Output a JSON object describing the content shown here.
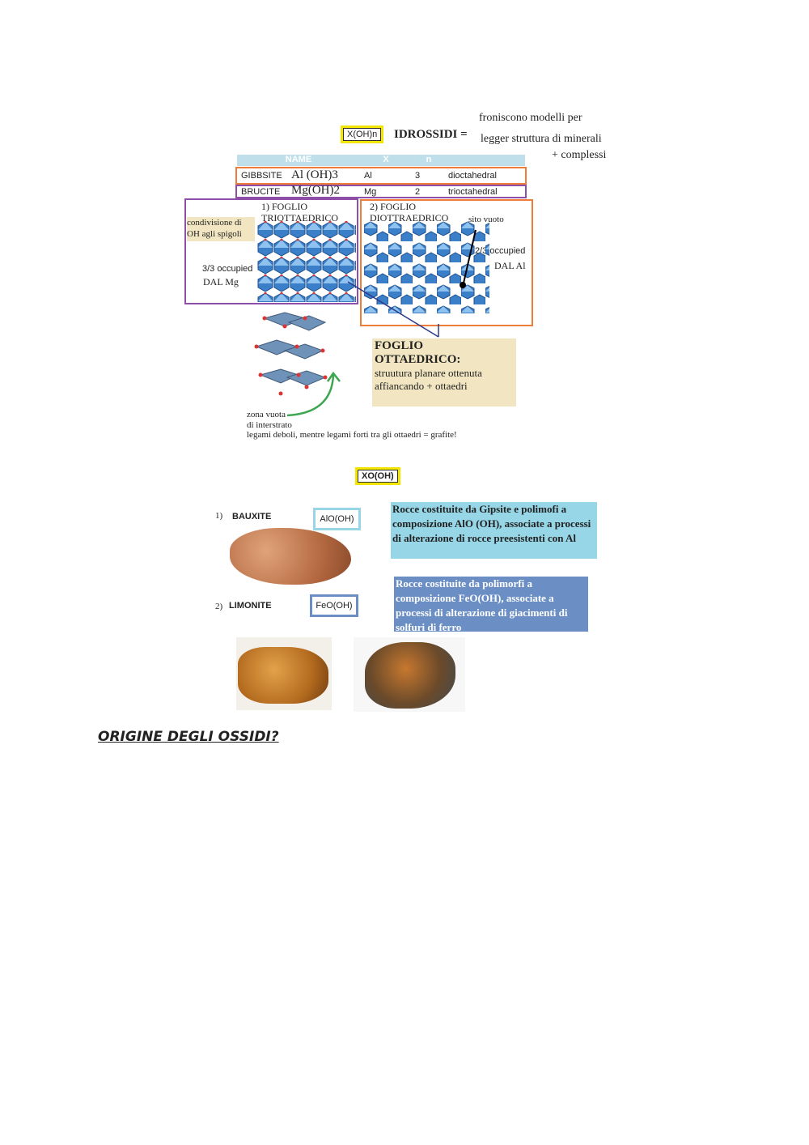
{
  "notes_right": {
    "line1": "froniscono modelli per",
    "line2": "legger struttura di minerali",
    "line3": "+ complessi"
  },
  "hydroxides": {
    "formula_label": "X(OH)n",
    "title": "IDROSSIDI =",
    "table": {
      "headers": [
        "NAME",
        "X",
        "n",
        ""
      ],
      "rows": [
        {
          "name": "GIBBSITE",
          "handwritten": "Al (OH)3",
          "x": "Al",
          "n": "3",
          "type": "dioctahedral"
        },
        {
          "name": "BRUCITE",
          "handwritten": "Mg(OH)2",
          "x": "Mg",
          "n": "2",
          "type": "trioctahedral"
        }
      ]
    }
  },
  "sheet1": {
    "title_line1": "1) FOGLIO",
    "title_line2": "TRIOTTAEDRICO",
    "note_line1": "condivisione di",
    "note_line2": "OH agli spigoli",
    "occ_line1": "3/3 occupied",
    "occ_line2": "DAL Mg"
  },
  "sheet2": {
    "title_line1": "2) FOGLIO",
    "title_line2": "DIOTTRAEDRICO",
    "vacancy": "sito vuoto",
    "occ_line1": "2/3 occupied",
    "occ_line2": "DAL Al"
  },
  "octahedral_note": {
    "title1": "FOGLIO",
    "title2": "OTTAEDRICO:",
    "line1": "struutura planare ottenuta",
    "line2": "affiancando + ottaedri"
  },
  "interlayer": {
    "line1": "zona vuota",
    "line2": "di interstrato",
    "line3": "legami deboli, mentre legami forti tra gli ottaedri = grafite!"
  },
  "oxyhydroxides": {
    "formula_label": "XO(OH)",
    "bauxite": {
      "num": "1)",
      "name": "BAUXITE",
      "formula": "AlO(OH)",
      "desc": "Rocce costituite da Gipsite e polimofi a composizione AlO (OH), associate a processi di alterazione di rocce preesistenti con Al"
    },
    "limonite": {
      "num": "2)",
      "name": "LIMONITE",
      "formula": "FeO(OH)",
      "desc": "Rocce costituite da polimorfi a composizione FeO(OH), associate a processi di alterazione di giacimenti di solfuri di ferro"
    }
  },
  "section_title": "ORIGINE DEGLI OSSIDI?",
  "colors": {
    "yellow": "#f2e500",
    "orange": "#ee7d3a",
    "purple": "#8e4fa8",
    "cyan_note": "#97d6e6",
    "blue_note": "#6b8fc4",
    "beige_note": "#f1e6c1"
  }
}
